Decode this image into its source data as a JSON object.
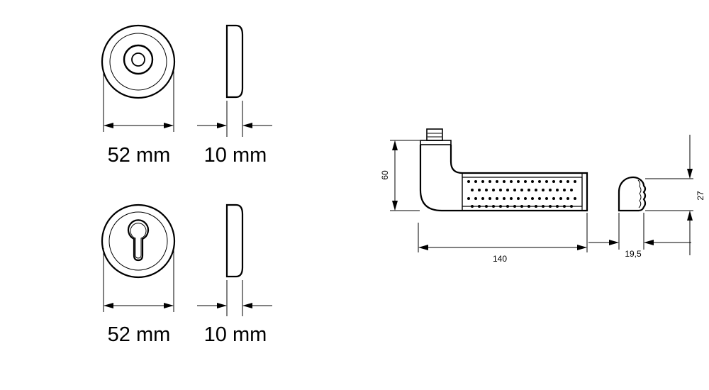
{
  "dimensions": {
    "rosette_top_diameter": "52 mm",
    "rosette_top_thickness": "10 mm",
    "rosette_bottom_diameter": "52 mm",
    "rosette_bottom_thickness": "10 mm",
    "handle_height": "60",
    "handle_length": "140",
    "grip_width": "19,5",
    "grip_height": "27"
  }
}
